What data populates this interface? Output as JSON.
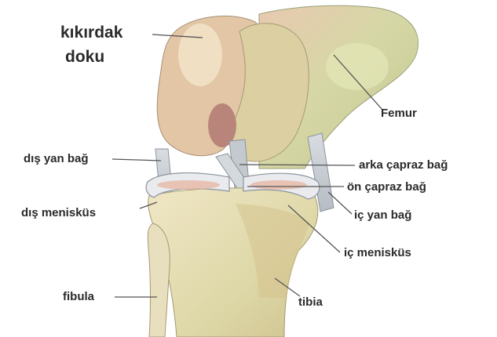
{
  "labels": {
    "cartilage_line1": "kıkırdak",
    "cartilage_line2": "doku",
    "femur": "Femur",
    "lateral_collateral": "dış yan bağ",
    "posterior_cruciate": "arka çapraz bağ",
    "anterior_cruciate": "ön çapraz bağ",
    "lateral_meniscus": "dış menisküs",
    "medial_collateral": "iç yan bağ",
    "medial_meniscus": "iç menisküs",
    "fibula": "fibula",
    "tibia": "tibia"
  },
  "colors": {
    "label_text": "#2a2a2a",
    "leader_line": "#555555",
    "bone_light": "#efe0c2",
    "bone_green": "#cfd4a4",
    "bone_pink": "#d9ab98",
    "ligament": "#c9cfd6"
  }
}
